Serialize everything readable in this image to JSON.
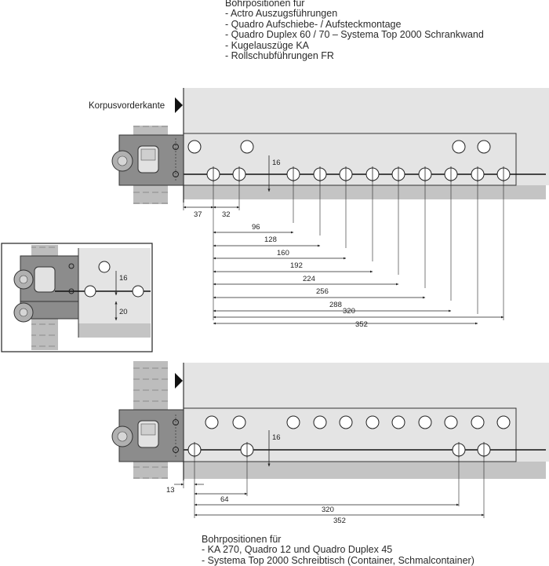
{
  "top_caption": {
    "title": "Bohrpositionen für",
    "items": [
      "- Actro Auszugsführungen",
      "- Quadro Aufschiebe- / Aufsteckmontage",
      "- Quadro Duplex 60 / 70 – Systema Top 2000 Schrankwand",
      "- Kugelauszüge KA",
      "- Rollschubführungen FR"
    ]
  },
  "bottom_caption": {
    "title": "Bohrpositionen für",
    "items": [
      "- KA 270, Quadro 12 und Quadro Duplex 45",
      "- Systema Top 2000 Schreibtisch (Container, Schmalcontainer)"
    ]
  },
  "labels": {
    "front_edge": "Korpusvorderkante"
  },
  "top_diagram": {
    "offset_dims": [
      "37",
      "32"
    ],
    "hole_distances": [
      "96",
      "128",
      "160",
      "192",
      "224",
      "256",
      "288",
      "320",
      "352"
    ],
    "vertical_dim": "16"
  },
  "inset_diagram": {
    "vertical_dims": [
      "16",
      "20"
    ]
  },
  "bottom_diagram": {
    "offset_dim": "13",
    "hole_distances": [
      "64",
      "320",
      "352"
    ],
    "vertical_dim": "16"
  }
}
